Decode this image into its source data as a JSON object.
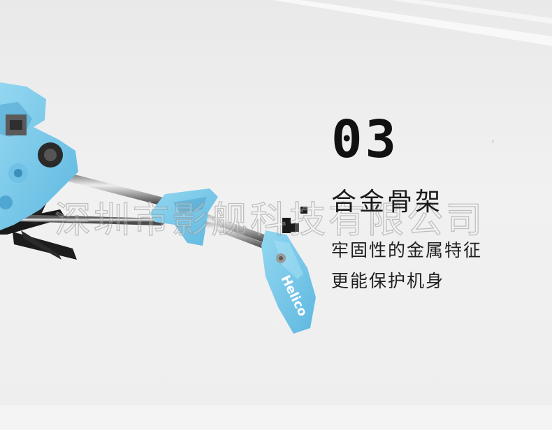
{
  "feature": {
    "number": "03",
    "title": "合金骨架",
    "desc_line1": "牢固性的金属特征",
    "desc_line2": "更能保护机身"
  },
  "watermark": "深圳市影舰科技有限公司",
  "product": {
    "tail_label": "Helico"
  },
  "icons": {
    "nav_chevron": "‹"
  },
  "colors": {
    "background": "#eeeeee",
    "product_blue": "#7ccbea",
    "text": "#111111"
  }
}
